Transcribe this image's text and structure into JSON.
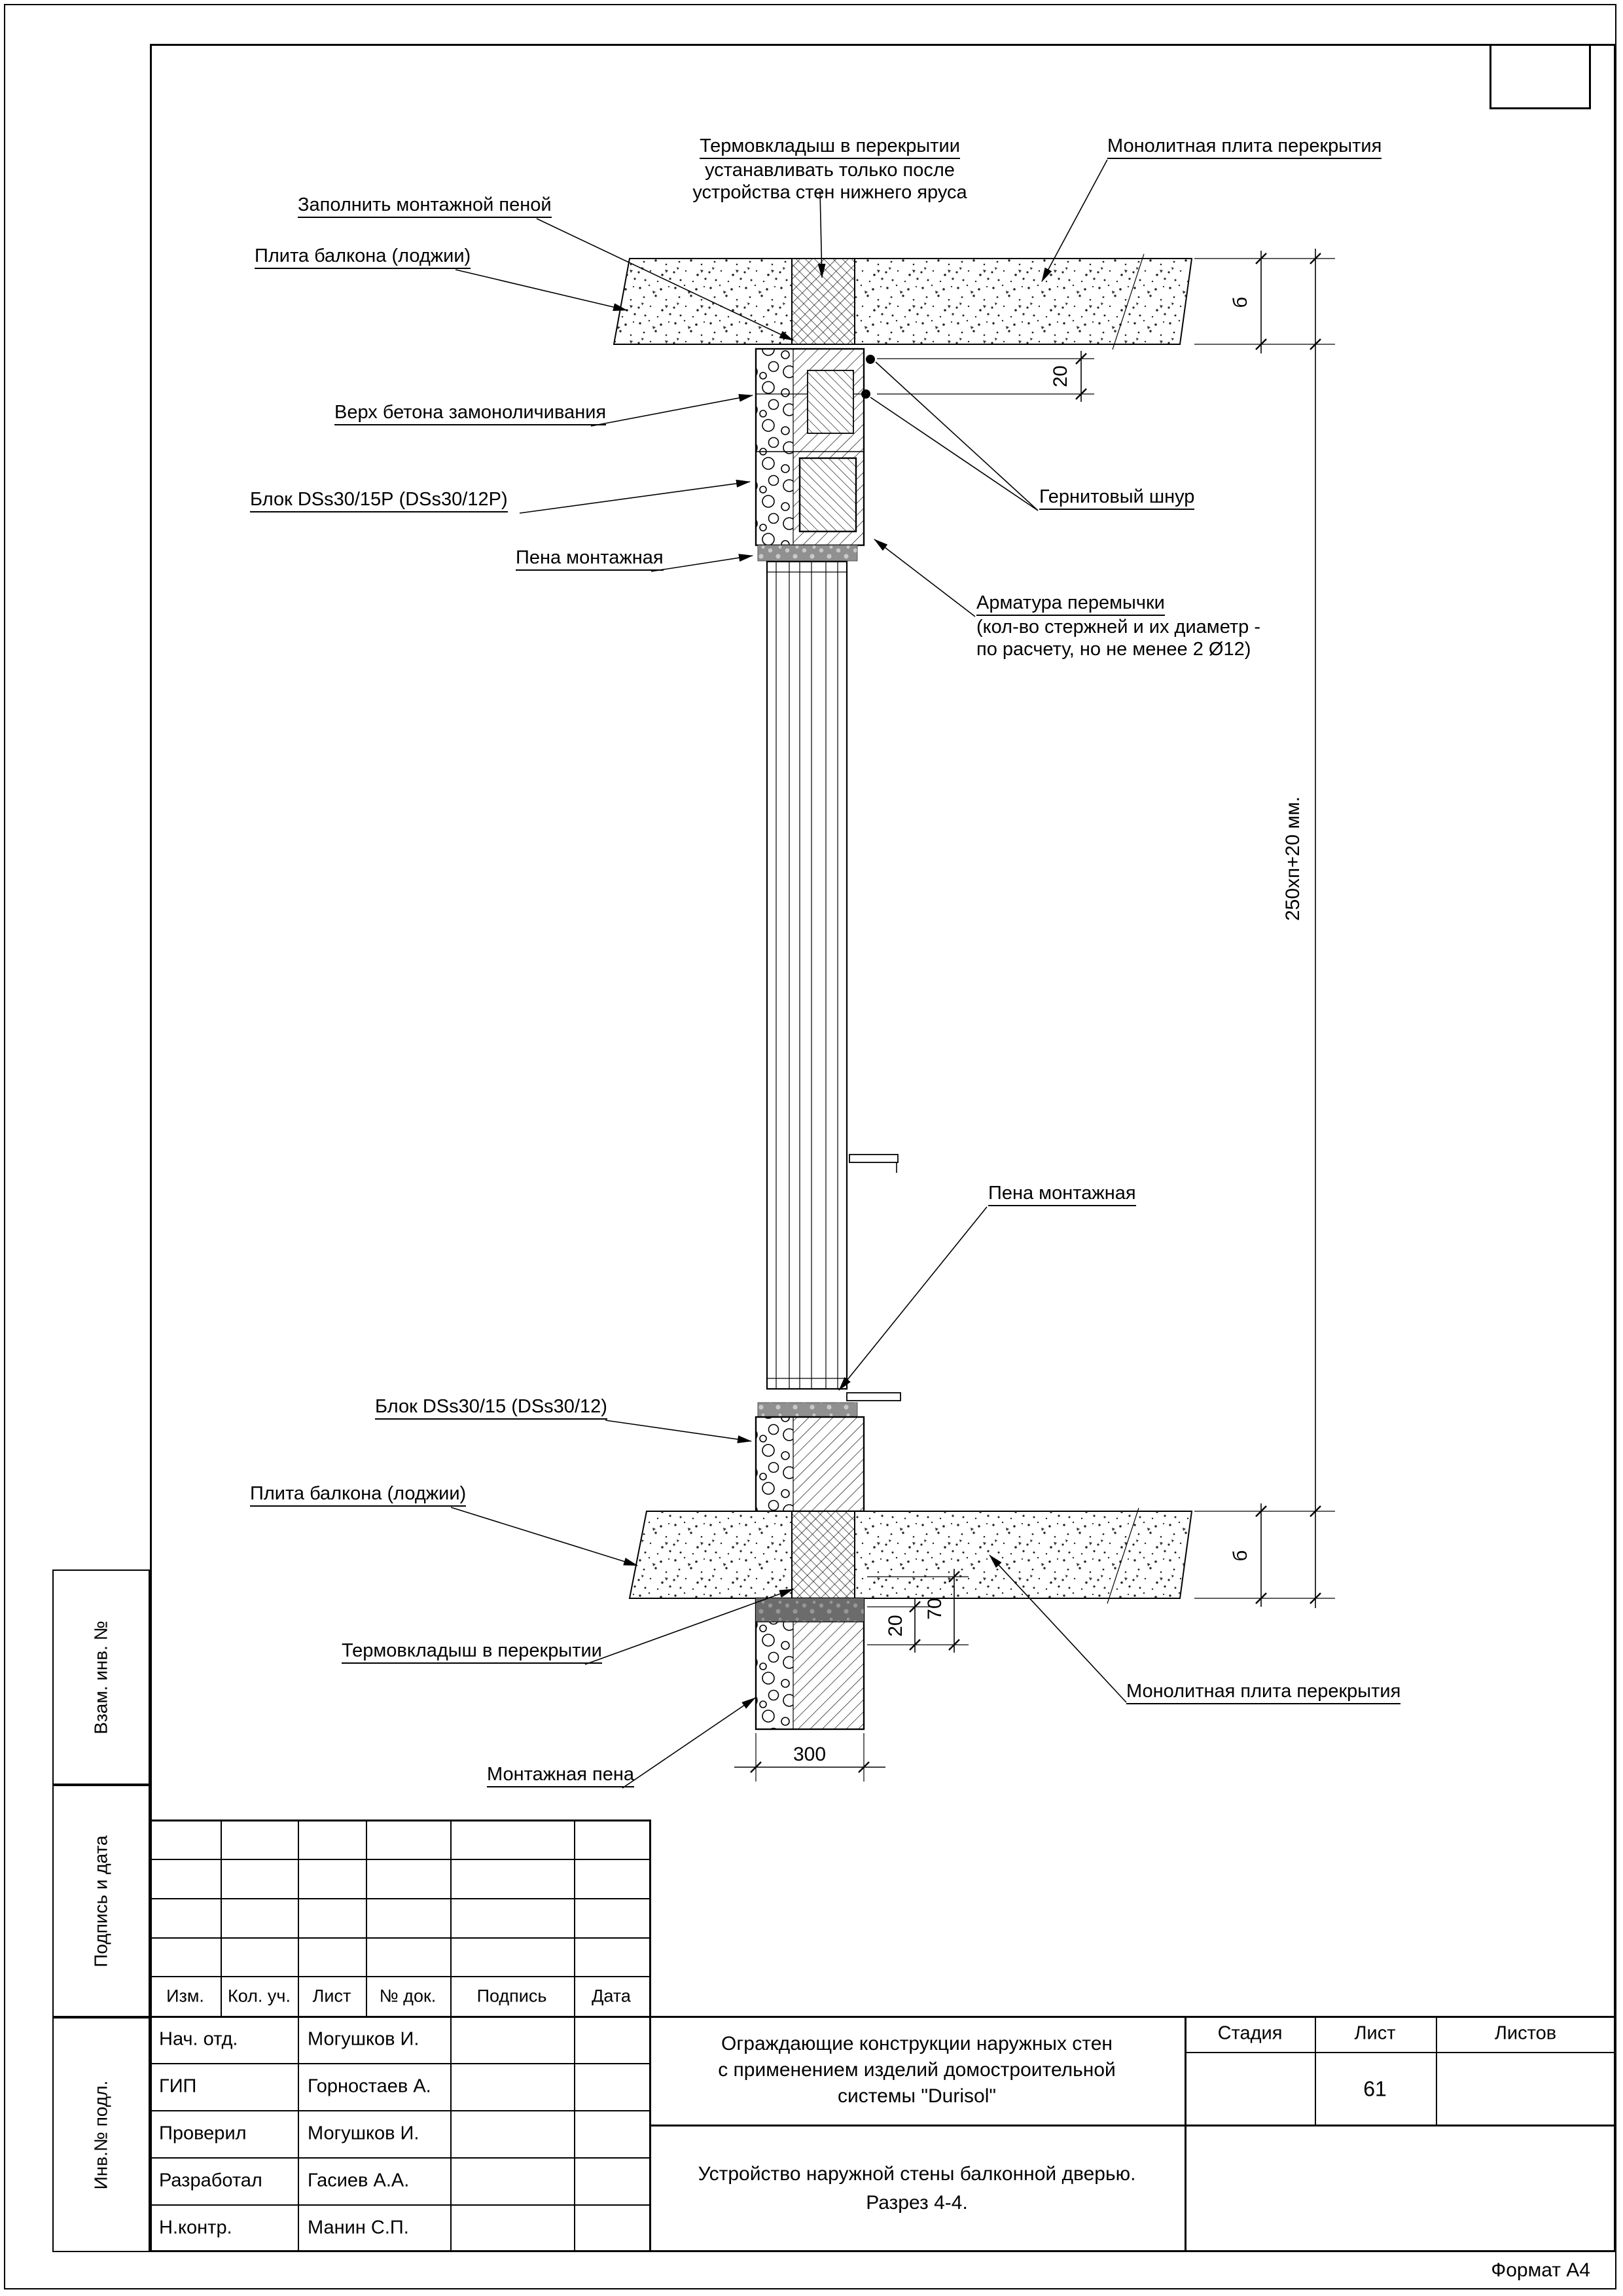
{
  "sheet": {
    "format_note": "Формат А4"
  },
  "margin_labels": {
    "vzam": "Взам. инв. №",
    "podpis": "Подпись и дата",
    "inv": "Инв.№ подл."
  },
  "callouts": {
    "thermo_top_1": "Термовкладыш в перекрытии",
    "thermo_top_2": "устанавливать только после",
    "thermo_top_3": "устройства стен нижнего яруса",
    "mono_top": "Монолитная плита перекрытия",
    "fill_foam": "Заполнить монтажной пеной",
    "balcony_top": "Плита балкона (лоджии)",
    "concrete_top": "Верх бетона замоноличивания",
    "block_top": "Блок  DSs30/15Р (DSs30/12Р)",
    "foam_top": "Пена монтажная",
    "gernit": "Гернитовый шнур",
    "armature_1": "Арматура перемычки",
    "armature_2": "(кол-во стержней и их диаметр -",
    "armature_3": "по расчету, но не менее 2 Ø12)",
    "foam_mid": "Пена монтажная",
    "block_bottom": "Блок  DSs30/15 (DSs30/12)",
    "balcony_bottom": "Плита балкона (лоджии)",
    "thermo_bottom": "Термовкладыш в перекрытии",
    "mono_bottom": "Монолитная плита перекрытия",
    "foam_bottom": "Монтажная пена"
  },
  "dimensions": {
    "b_top": "б",
    "b_bottom": "б",
    "d20_top": "20",
    "d20_bottom": "20",
    "d70": "70",
    "d300": "300",
    "height": "250хп+20 мм."
  },
  "title_block": {
    "col_izm": "Изм.",
    "col_kol": "Кол. уч.",
    "col_list": "Лист",
    "col_doc": "№ док.",
    "col_sign": "Подпись",
    "col_date": "Дата",
    "signature_rows": [
      {
        "role": "Нач. отд.",
        "name": "Могушков И."
      },
      {
        "role": "ГИП",
        "name": "Горностаев А."
      },
      {
        "role": "Проверил",
        "name": "Могушков И."
      },
      {
        "role": "Разработал",
        "name": "Гасиев А.А."
      },
      {
        "role": "Н.контр.",
        "name": "Манин С.П."
      }
    ],
    "doc_title_1": "Ограждающие конструкции наружных стен",
    "doc_title_2": "с применением изделий домостроительной",
    "doc_title_3": "системы \"Durisol\"",
    "stage_label": "Стадия",
    "sheet_label": "Лист",
    "sheets_label": "Листов",
    "sheet_number": "61",
    "subtitle_1": "Устройство наружной стены балконной дверью.",
    "subtitle_2": "Разрез 4-4."
  }
}
